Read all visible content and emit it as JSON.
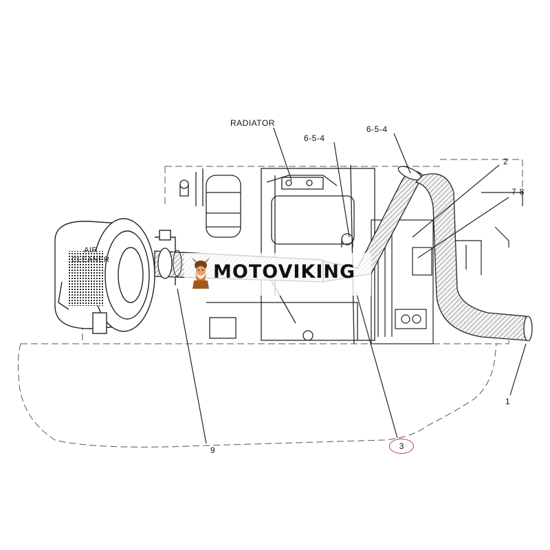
{
  "labels": {
    "radiator": "RADIATOR",
    "hose_6_5_4_left": "6-5-4",
    "hose_6_5_4_right": "6-5-4",
    "part_2": "2",
    "part_7_8": "7-8",
    "part_1": "1",
    "part_9": "9",
    "part_3": "3",
    "air_cleaner_line1": "AIR",
    "air_cleaner_line2": "CLEANER"
  },
  "watermark": {
    "brand": "MOTOVIKING"
  },
  "colors": {
    "line": "#222222",
    "dashed_outline": "#555555",
    "highlight_circle": "#d0323a",
    "hose_fill": "#8a8a8a"
  }
}
